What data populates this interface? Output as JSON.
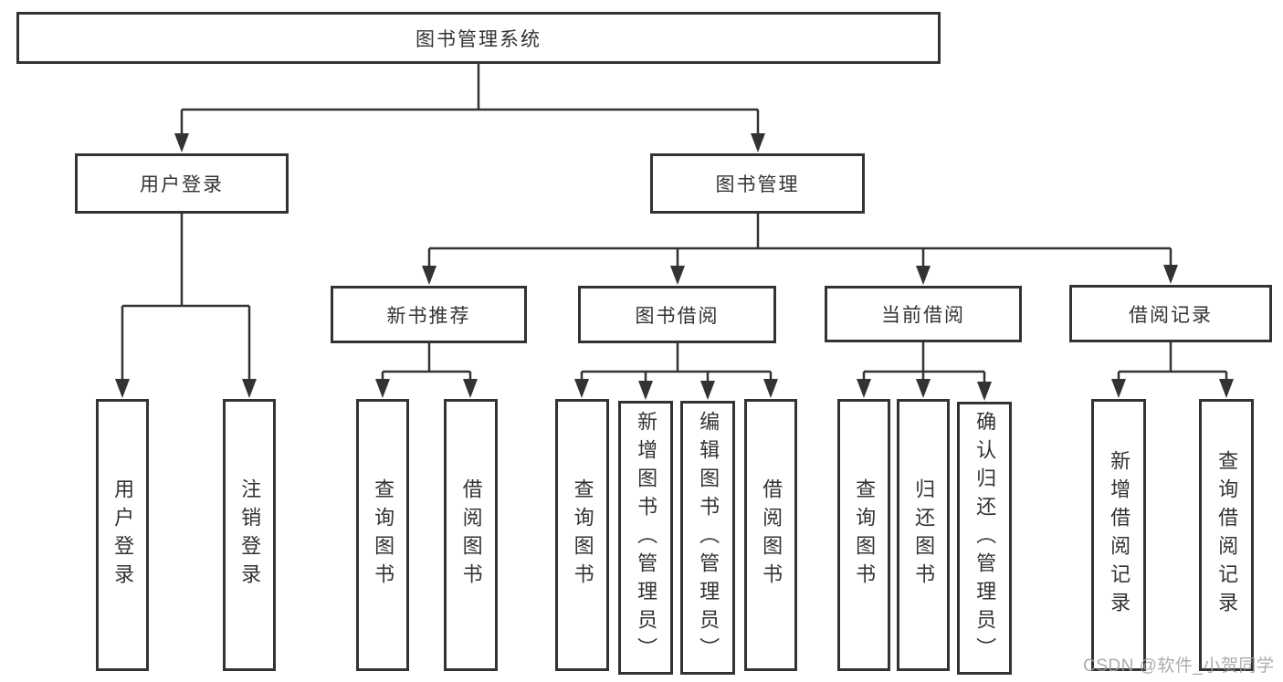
{
  "root": {
    "label": "图书管理系统"
  },
  "level2": [
    {
      "label": "用户登录",
      "children": [
        {
          "label": "用户登录"
        },
        {
          "label": "注销登录"
        }
      ]
    },
    {
      "label": "图书管理",
      "children": [
        {
          "label": "新书推荐",
          "children": [
            {
              "label": "查询图书"
            },
            {
              "label": "借阅图书"
            }
          ]
        },
        {
          "label": "图书借阅",
          "children": [
            {
              "label": "查询图书"
            },
            {
              "label": "新增图书（管理员）"
            },
            {
              "label": "编辑图书（管理员）"
            },
            {
              "label": "借阅图书"
            }
          ]
        },
        {
          "label": "当前借阅",
          "children": [
            {
              "label": "查询图书"
            },
            {
              "label": "归还图书"
            },
            {
              "label": "确认归还（管理员）"
            }
          ]
        },
        {
          "label": "借阅记录",
          "children": [
            {
              "label": "新增借阅记录"
            },
            {
              "label": "查询借阅记录"
            }
          ]
        }
      ]
    }
  ],
  "watermark": {
    "text": "CSDN @软件_小贺同学"
  },
  "colors": {
    "line": "#333333",
    "text": "#333333",
    "watermark": "#9e9e9e",
    "background": "#ffffff"
  }
}
